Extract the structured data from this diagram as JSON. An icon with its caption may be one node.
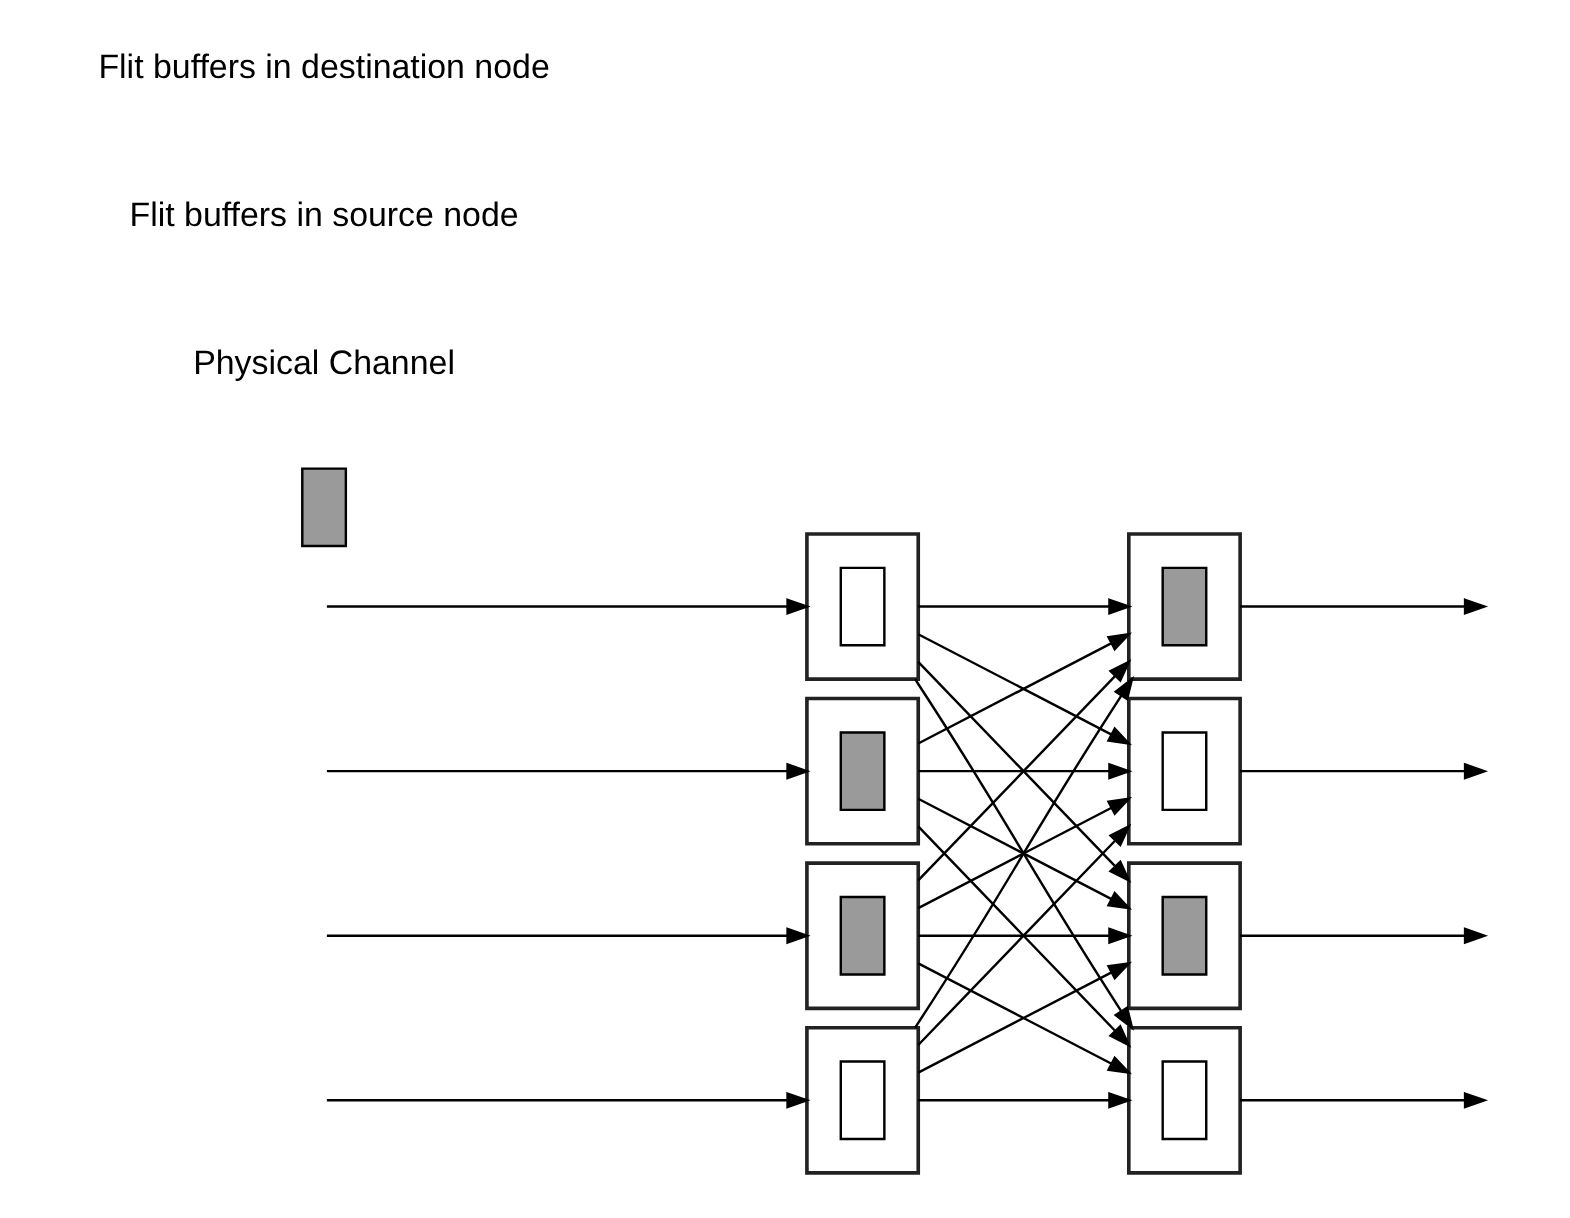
{
  "diagram": {
    "nodes": [
      {
        "text": [],
        "shape": "box"
      },
      {
        "text": [],
        "shape": "box",
        "in": 0
      },
      {
        "text": [],
        "shape": "box"
      },
      {
        "text": [],
        "shape": "box",
        "in": 2
      },
      {
        "text": [],
        "shape": "box"
      },
      {
        "text": [],
        "shape": "box",
        "in": 4
      },
      {
        "text": [],
        "shape": "box"
      },
      {
        "text": [],
        "shape": "box",
        "in": 6
      },
      {
        "text": [],
        "shape": "box"
      },
      {
        "text": [],
        "shape": "box"
      },
      {
        "text": [],
        "shape": "box",
        "in": 9
      },
      {
        "text": [],
        "shape": "box"
      },
      {
        "text": [],
        "shape": "box",
        "in": 11
      },
      {
        "text": [],
        "shape": "box"
      },
      {
        "text": [],
        "shape": "box",
        "in": 13
      },
      {
        "text": [],
        "shape": "box"
      },
      {
        "text": [],
        "shape": "box",
        "in": 15
      }
    ],
    "edges": [
      {
        "from": null,
        "to": 0,
        "arrow": "to"
      },
      {
        "from": null,
        "to": 2,
        "arrow": "to"
      },
      {
        "from": null,
        "to": 4,
        "arrow": "to"
      },
      {
        "from": null,
        "to": 6,
        "arrow": "to"
      },
      {
        "from": 0,
        "to": 9,
        "arrow": "to"
      },
      {
        "from": 0,
        "to": 11,
        "arrow": "to"
      },
      {
        "from": 0,
        "to": 13,
        "arrow": "to"
      },
      {
        "from": 0,
        "to": 15,
        "arrow": "to"
      },
      {
        "from": 2,
        "to": 9,
        "arrow": "to"
      },
      {
        "from": 2,
        "to": 11,
        "arrow": "to"
      },
      {
        "from": 2,
        "to": 13,
        "arrow": "to"
      },
      {
        "from": 2,
        "to": 15,
        "arrow": "to"
      },
      {
        "from": 4,
        "to": 9,
        "arrow": "to"
      },
      {
        "from": 4,
        "to": 11,
        "arrow": "to"
      },
      {
        "from": 4,
        "to": 13,
        "arrow": "to"
      },
      {
        "from": 4,
        "to": 15,
        "arrow": "to"
      },
      {
        "from": 6,
        "to": 9,
        "arrow": "to"
      },
      {
        "from": 6,
        "to": 11,
        "arrow": "to"
      },
      {
        "from": 6,
        "to": 13,
        "arrow": "to"
      },
      {
        "from": 6,
        "to": 15,
        "arrow": "to"
      },
      {
        "from": 9,
        "to": null,
        "arrow": "to"
      },
      {
        "from": 11,
        "to": null,
        "arrow": "to"
      },
      {
        "from": 13,
        "to": null,
        "arrow": "to"
      },
      {
        "from": 15,
        "to": null,
        "arrow": "to"
      }
    ],
    "labels": [
      "Physical Channel",
      "Flit buffers in source node",
      "Flit buffers in destination node"
    ]
  }
}
